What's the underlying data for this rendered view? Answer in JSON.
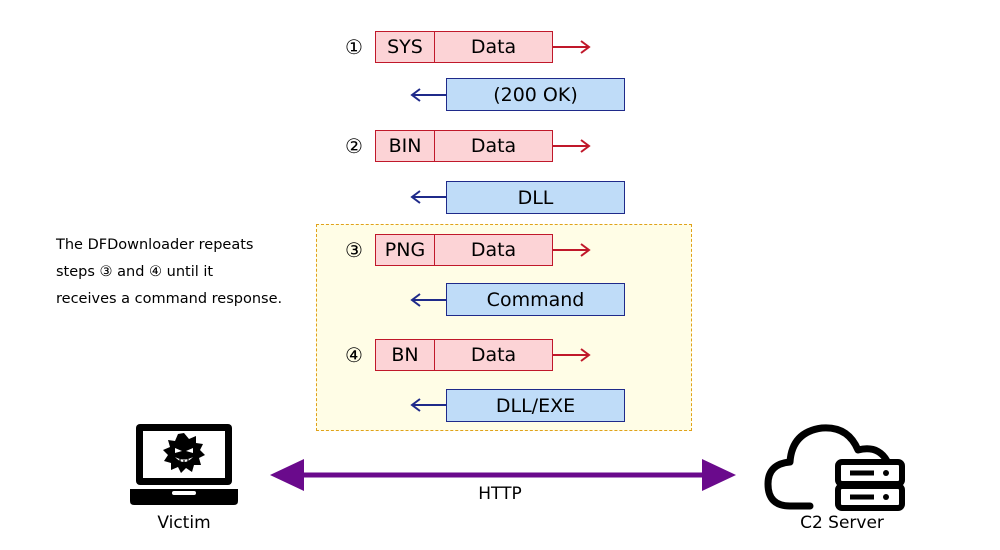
{
  "steps": [
    {
      "num": "①",
      "tag": "SYS",
      "request": "Data",
      "response": "(200 OK)"
    },
    {
      "num": "②",
      "tag": "BIN",
      "request": "Data",
      "response": "DLL"
    },
    {
      "num": "③",
      "tag": "PNG",
      "request": "Data",
      "response": "Command"
    },
    {
      "num": "④",
      "tag": "BN",
      "request": "Data",
      "response": "DLL/EXE"
    }
  ],
  "note": "The DFDownloader repeats\nsteps ③ and ④ until it\nreceives a command response.",
  "connection": {
    "label": "HTTP"
  },
  "victim": {
    "label": "Victim",
    "icon": "laptop-malware-icon"
  },
  "server": {
    "label": "C2 Server",
    "icon": "cloud-server-icon"
  },
  "colors": {
    "request_fill": "#fcd3d6",
    "request_border": "#c0182a",
    "response_fill": "#bfdcf8",
    "response_border": "#1f2a8a",
    "loop_fill": "#fffde6",
    "loop_border": "#e0a21a",
    "http_arrow": "#6a0a8c"
  }
}
